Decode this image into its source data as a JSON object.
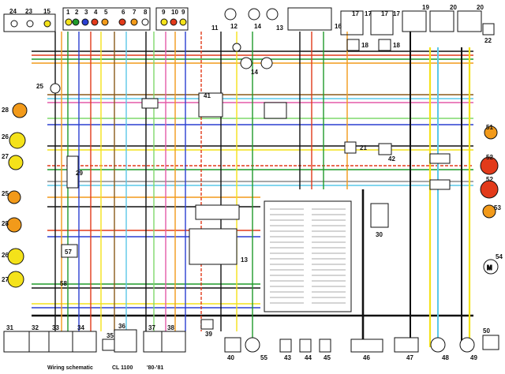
{
  "title_left": "Wiring schematic",
  "title_model": "CL 1100",
  "title_years": "'80-'81",
  "component_labels": [
    "24",
    "23",
    "15",
    "1",
    "2",
    "3",
    "4",
    "5",
    "6",
    "7",
    "8",
    "9",
    "10",
    "9",
    "11",
    "12",
    "13",
    "14",
    "14",
    "16",
    "17",
    "17",
    "17",
    "17",
    "18",
    "18",
    "19",
    "20",
    "20",
    "22",
    "25",
    "28",
    "26",
    "27",
    "25",
    "28",
    "26",
    "27",
    "29",
    "41",
    "21",
    "42",
    "30",
    "51",
    "52",
    "52",
    "53",
    "54",
    "31",
    "32",
    "33",
    "34",
    "35",
    "36",
    "37",
    "38",
    "39",
    "40",
    "55",
    "43",
    "44",
    "45",
    "46",
    "47",
    "48",
    "49",
    "50",
    "57",
    "58",
    "13"
  ],
  "colors": {
    "bg": "#ffffff",
    "ink": "#111111",
    "orange": "#f29a1a",
    "yellow": "#f4e21a",
    "red": "#e23a1a",
    "green": "#1f9a2a",
    "blue": "#2a3fd1",
    "brown": "#8a5a1a",
    "gray": "#8a8a8a",
    "pink": "#e35aa8",
    "lightgreen": "#7fd86b",
    "lightblue": "#5ac8e8"
  }
}
